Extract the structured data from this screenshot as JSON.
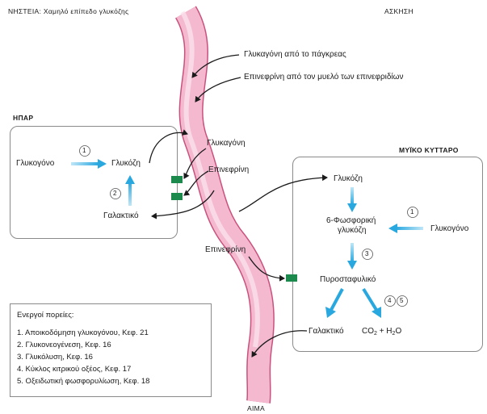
{
  "header": {
    "fasting": "ΝΗΣΤΕΙΑ: Χαμηλό επίπεδο γλυκόζης",
    "exercise": "ΑΣΚΗΣΗ"
  },
  "blood": {
    "label": "ΑΙΜΑ",
    "glucagon_from_pancreas": "Γλυκαγόνη από το πάγκρεας",
    "adrenaline_from_medulla": "Επινεφρίνη από τον μυελό των επινεφριδίων",
    "glucagon": "Γλυκαγόνη",
    "adrenaline_liver": "Επινεφρίνη",
    "adrenaline_muscle": "Επινεφρίνη"
  },
  "liver": {
    "title": "ΗΠΑΡ",
    "glycogen": "Γλυκογόνο",
    "glucose": "Γλυκόζη",
    "lactate": "Γαλακτικό",
    "step1": "1",
    "step2": "2"
  },
  "muscle": {
    "title": "ΜΥΪΚΟ ΚΥΤΤΑΡΟ",
    "glucose": "Γλυκόζη",
    "g6p_line1": "6-Φωσφορική",
    "g6p_line2": "γλυκόζη",
    "glycogen": "Γλυκογόνο",
    "pyruvate": "Πυροσταφυλικό",
    "lactate": "Γαλακτικό",
    "co2": "CO",
    "co2_sub": "2",
    "plus_h": "+ H",
    "h2o_sub": "2",
    "h2o_o": "O",
    "step1": "1",
    "step3": "3",
    "step4": "4",
    "step5": "5"
  },
  "legend": {
    "title": "Ενεργοί πορείες:",
    "items": [
      "1. Αποικοδόμηση γλυκογόνου, Κεφ. 21",
      "2. Γλυκονεογένεση, Κεφ. 16",
      "3. Γλυκόλυση, Κεφ. 16",
      "4. Κύκλος κιτρικού οξέος, Κεφ. 17",
      "5. Οξειδωτική φωσφορυλίωση, Κεφ. 18"
    ]
  },
  "colors": {
    "blood_vessel": "#f4b9cf",
    "blood_vessel_edge": "#c9517e",
    "pathway_arrow": "#29a8e0",
    "receptor": "#1b8a4c",
    "box_border": "#8a8a8a"
  }
}
